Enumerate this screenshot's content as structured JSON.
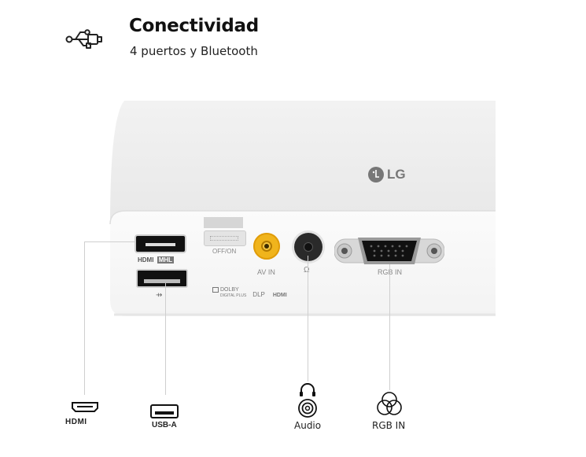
{
  "header": {
    "icon": "usb-plug-icon",
    "title": "Conectividad",
    "subtitle": "4 puertos y Bluetooth"
  },
  "device": {
    "brand": "LG",
    "switch_label": "OFF/ON",
    "av_label": "AV IN",
    "rgb_label": "RGB IN",
    "hdmi_logo": "HDMI",
    "mhl_logo": "MHL",
    "dolby_logo": "DOLBY",
    "dolby_sub": "DIGITAL PLUS",
    "dlp_logo": "DLP",
    "hdmi_logo_small": "HDMI"
  },
  "ports": [
    {
      "name": "HDMI",
      "icon": "hdmi-icon",
      "label": "HDMI"
    },
    {
      "name": "USB-A",
      "icon": "usb-a-icon",
      "label": "USB-A"
    },
    {
      "name": "Audio",
      "icon": "headphone-jack-icon",
      "label": "Audio"
    },
    {
      "name": "RGB IN",
      "icon": "rgb-icon",
      "label": "RGB IN"
    }
  ],
  "colors": {
    "device_body": "#f4f4f4",
    "av_jack": "#f0b41c",
    "text": "#1a1a1a"
  }
}
